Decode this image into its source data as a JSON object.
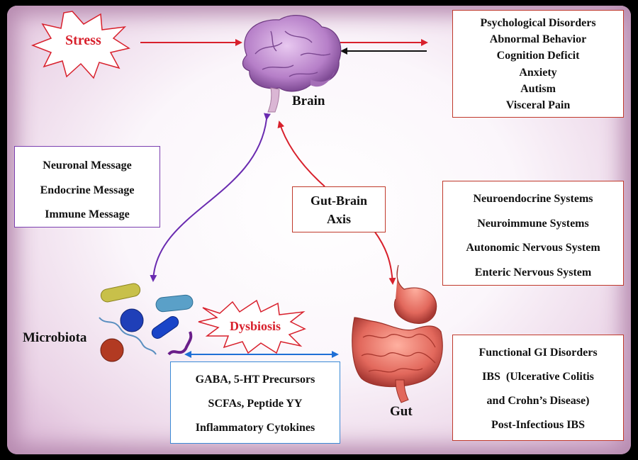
{
  "stress": {
    "label": "Stress"
  },
  "brain": {
    "label": "Brain"
  },
  "microbiota": {
    "label": "Microbiota"
  },
  "gut": {
    "label": "Gut"
  },
  "dysbiosis": {
    "label": "Dysbiosis"
  },
  "axis": {
    "line1": "Gut-Brain",
    "line2": "Axis"
  },
  "disorders": [
    "Psychological Disorders",
    "Abnormal Behavior",
    "Cognition Deficit",
    "Anxiety",
    "Autism",
    "Visceral Pain"
  ],
  "messages": [
    "Neuronal Message",
    "Endocrine Message",
    "Immune Message"
  ],
  "systems": [
    "Neuroendocrine Systems",
    "Neuroimmune Systems",
    "Autonomic Nervous System",
    "Enteric Nervous System"
  ],
  "metabolites": [
    "GABA, 5-HT Precursors",
    "SCFAs, Peptide YY",
    "Inflammatory Cytokines"
  ],
  "gi": [
    "Functional GI Disorders",
    "IBS  (Ulcerative Colitis",
    "and Crohn’s Disease)",
    "Post-Infectious IBS"
  ],
  "colors": {
    "red": "#d8202c",
    "purple": "#6a2bb0",
    "blue": "#1f6fd6",
    "black": "#111111"
  }
}
